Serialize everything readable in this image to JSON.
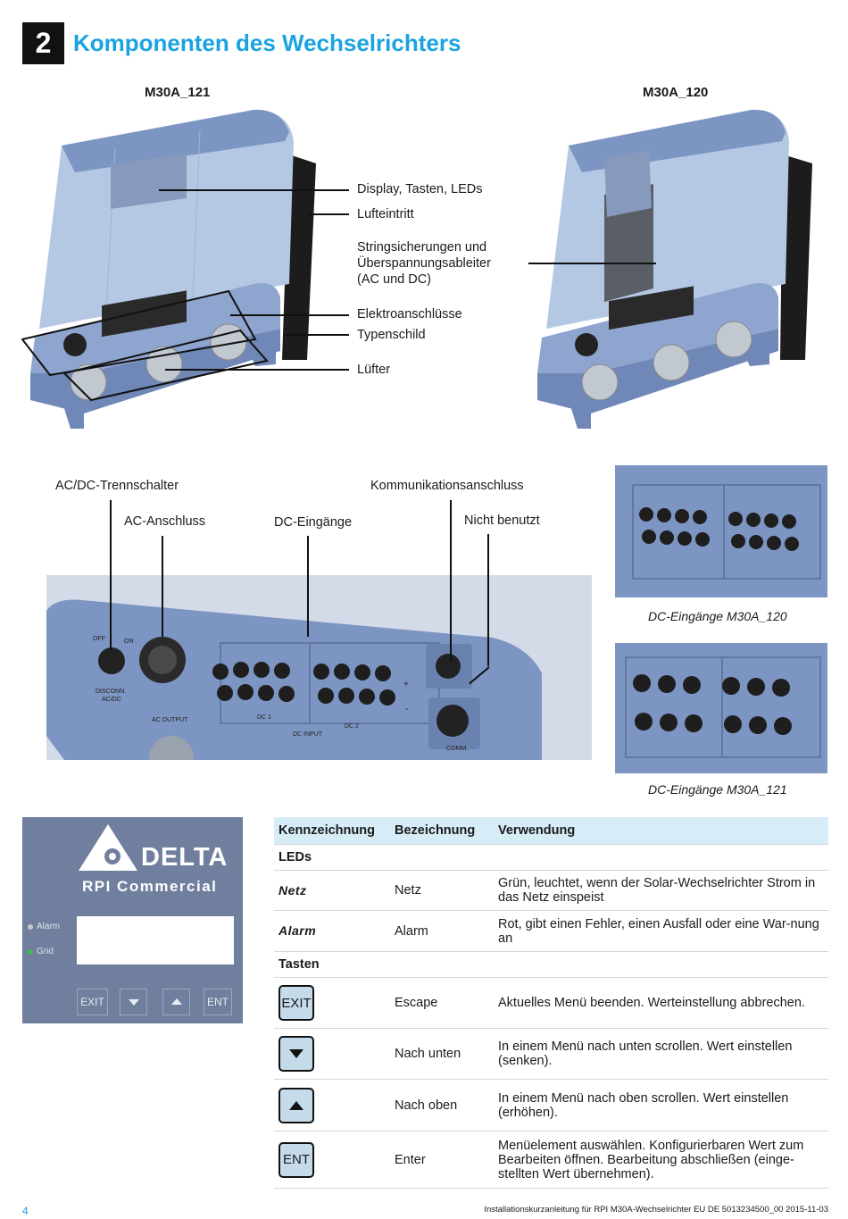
{
  "chapter": {
    "number": "2",
    "title": "Komponenten des Wechselrichters"
  },
  "models": {
    "left": "M30A_121",
    "right": "M30A_120"
  },
  "top_labels": {
    "display": "Display, Tasten, LEDs",
    "air_inlet": "Lufteintritt",
    "fuses_line1": "Stringsicherungen und",
    "fuses_line2": "Überspannungsableiter",
    "fuses_line3": "(AC und DC)",
    "electro": "Elektroanschlüsse",
    "type_plate": "Typenschild",
    "fan": "Lüfter"
  },
  "connection_labels": {
    "switch": "AC/DC-Trennschalter",
    "ac": "AC-Anschluss",
    "dc": "DC-Eingänge",
    "comm": "Kommunikationsanschluss",
    "unused": "Nicht benutzt"
  },
  "device_print": {
    "off": "OFF",
    "on": "ON",
    "disconn": "DISCONN.",
    "acdc": "AC/DC",
    "ac_output": "AC OUTPUT",
    "dc1": "DC 1",
    "dc2": "DC 2",
    "dc_input": "DC INPUT",
    "comm": "COMM.",
    "plus": "+",
    "minus": "-"
  },
  "captions": {
    "m120": "DC-Eingänge M30A_120",
    "m121": "DC-Eingänge M30A_121"
  },
  "panel": {
    "brand": "DELTA",
    "product": "RPI Commercial",
    "led_alarm": "Alarm",
    "led_grid": "Grid",
    "btn_exit": "EXIT",
    "btn_ent": "ENT"
  },
  "table": {
    "headers": [
      "Kennzeichnung",
      "Bezeichnung",
      "Verwendung"
    ],
    "section_leds": "LEDs",
    "section_keys": "Tasten",
    "rows": [
      {
        "id": "Netz",
        "name": "Netz",
        "use": "Grün, leuchtet, wenn der Solar-Wechselrichter Strom in das Netz einspeist"
      },
      {
        "id": "Alarm",
        "name": "Alarm",
        "use": "Rot, gibt einen Fehler, einen Ausfall oder eine War-nung an"
      },
      {
        "id": "EXIT",
        "name": "Escape",
        "use": "Aktuelles Menü beenden. Werteinstellung abbrechen."
      },
      {
        "id": "down-icon",
        "name": "Nach unten",
        "use": "In einem Menü nach unten scrollen. Wert einstellen (senken)."
      },
      {
        "id": "up-icon",
        "name": "Nach oben",
        "use": "In einem Menü nach oben scrollen. Wert einstellen (erhöhen)."
      },
      {
        "id": "ENT",
        "name": "Enter",
        "use": "Menüelement auswählen. Konfigurierbaren Wert zum Bearbeiten öffnen. Bearbeitung abschließen (einge-stellten Wert übernehmen)."
      }
    ]
  },
  "footer": {
    "text": "Installationskurzanleitung für RPI M30A-Wechselrichter EU DE 5013234500_00 2015-11-03",
    "page": "4"
  },
  "colors": {
    "accent": "#1aa3e0",
    "header_bg": "#d6edf8",
    "panel_bg": "#6f7f9d",
    "device_blue": "#7d95c2"
  }
}
